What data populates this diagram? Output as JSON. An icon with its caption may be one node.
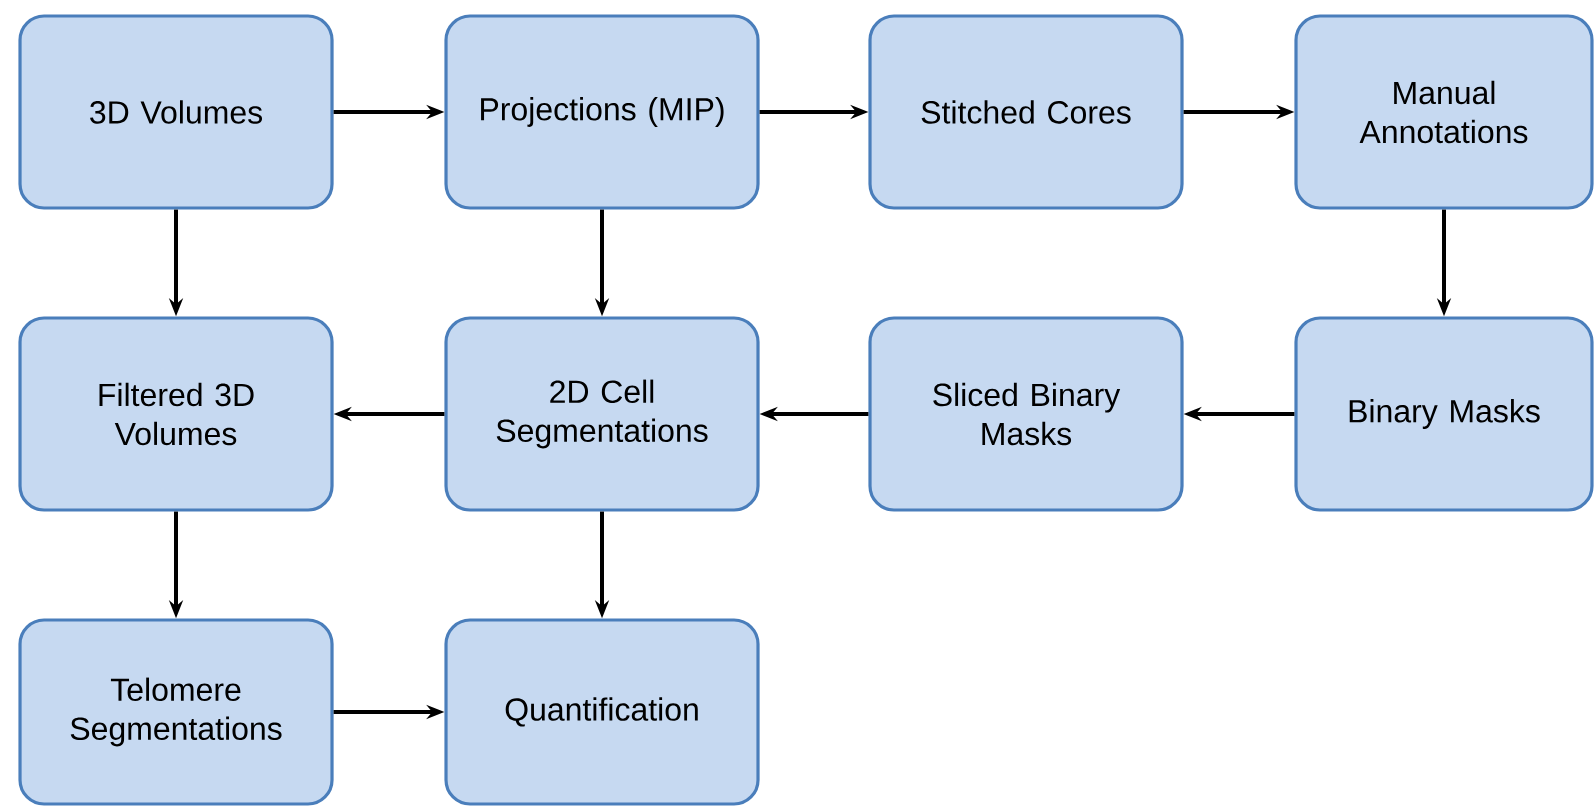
{
  "diagram": {
    "nodes": [
      {
        "text": [
          "3D Volumes"
        ]
      },
      {
        "text": [
          "Projections (MIP)"
        ]
      },
      {
        "text": [
          "Stitched Cores"
        ]
      },
      {
        "text": [
          "Manual Annotations"
        ]
      },
      {
        "text": [
          "Filtered 3D Volumes"
        ]
      },
      {
        "text": [
          "2D Cell Segmentations"
        ]
      },
      {
        "text": [
          "Sliced Binary Masks"
        ]
      },
      {
        "text": [
          "Binary Masks"
        ]
      },
      {
        "text": [
          "Telomere Segmentations"
        ]
      },
      {
        "text": [
          "Quantification"
        ]
      }
    ],
    "edges": [
      {
        "from": 0,
        "to": 1,
        "arrow": "to"
      },
      {
        "from": 1,
        "to": 2,
        "arrow": "to"
      },
      {
        "from": 2,
        "to": 3,
        "arrow": "to"
      },
      {
        "from": 3,
        "to": 7,
        "arrow": "to"
      },
      {
        "from": 7,
        "to": 6,
        "arrow": "to"
      },
      {
        "from": 6,
        "to": 5,
        "arrow": "to"
      },
      {
        "from": 5,
        "to": 4,
        "arrow": "to"
      },
      {
        "from": 0,
        "to": 4,
        "arrow": "to"
      },
      {
        "from": 1,
        "to": 5,
        "arrow": "to"
      },
      {
        "from": 4,
        "to": 8,
        "arrow": "to"
      },
      {
        "from": 5,
        "to": 9,
        "arrow": "to"
      },
      {
        "from": 8,
        "to": 9,
        "arrow": "to"
      }
    ]
  }
}
